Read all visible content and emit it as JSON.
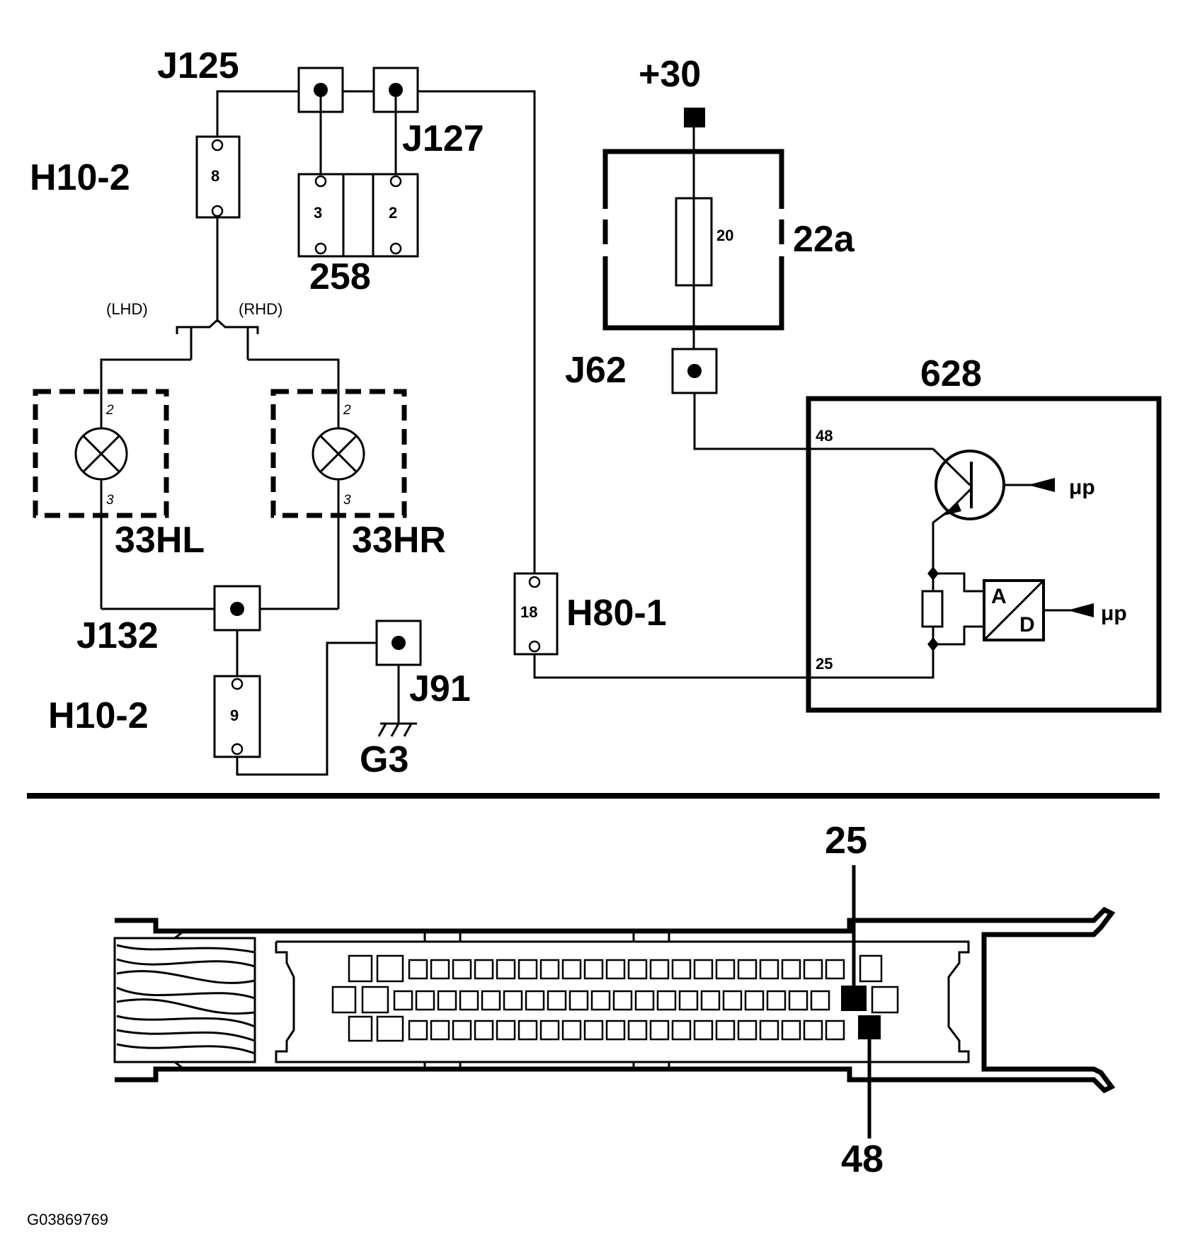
{
  "labels": {
    "j125": "J125",
    "j127": "J127",
    "h10_2_top": "H10-2",
    "h10_2_top_pin": "8",
    "c258": "258",
    "c258_pin3": "3",
    "c258_pin2": "2",
    "plus30": "+30",
    "fuse_box": "22a",
    "fuse_no": "20",
    "lhd": "(LHD)",
    "rhd": "(RHD)",
    "j62": "J62",
    "ecu": "628",
    "lamp_left": "33HL",
    "lamp_right": "33HR",
    "lamp_pin_top": "2",
    "lamp_pin_bottom": "3",
    "j132": "J132",
    "h10_2_bottom": "H10-2",
    "h10_2_bottom_pin": "9",
    "j91": "J91",
    "ground": "G3",
    "h80_1": "H80-1",
    "h80_1_pin": "18",
    "ecu_pin48": "48",
    "ecu_pin25": "25",
    "mu_p_top": "μp",
    "mu_p_bottom": "μp",
    "ad_a": "A",
    "ad_d": "D",
    "connector_pin25": "25",
    "connector_pin48": "48",
    "figure_code": "G03869769"
  }
}
